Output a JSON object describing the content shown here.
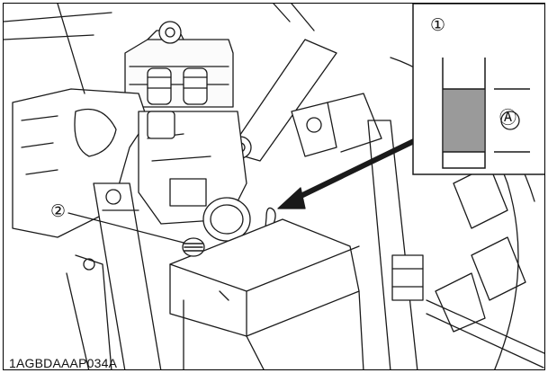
{
  "figure": {
    "code": "1AGBDAAAP034A",
    "callout_1": "①",
    "callout_2": "②",
    "inset_label_a": "Ⓐ"
  },
  "icons": [
    "tractor-hydraulic-assembly-illustration",
    "level-gauge-inset",
    "pointer-arrow",
    "dipstick-icon"
  ],
  "colors": {
    "line": "#1a1a1a",
    "fill_level": "#9a9a9a",
    "background": "#ffffff"
  }
}
